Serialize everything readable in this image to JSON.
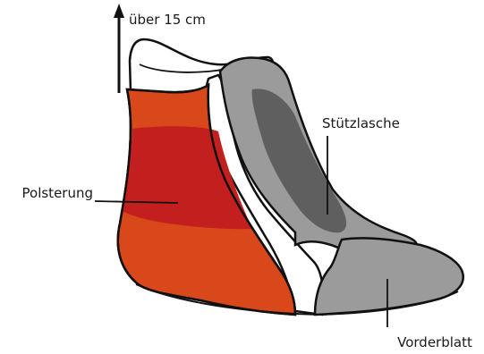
{
  "diagram": {
    "labels": {
      "height_note": "über 15 cm",
      "padding": "Polsterung",
      "support_strap": "Stützlasche",
      "front_panel": "Vorderblatt"
    },
    "colors": {
      "padding_light": "#d9481a",
      "padding_dark": "#c41f1f",
      "support_grey": "#9b9b9b",
      "support_dark": "#5f5f5f",
      "outline": "#111111",
      "white": "#ffffff"
    }
  }
}
